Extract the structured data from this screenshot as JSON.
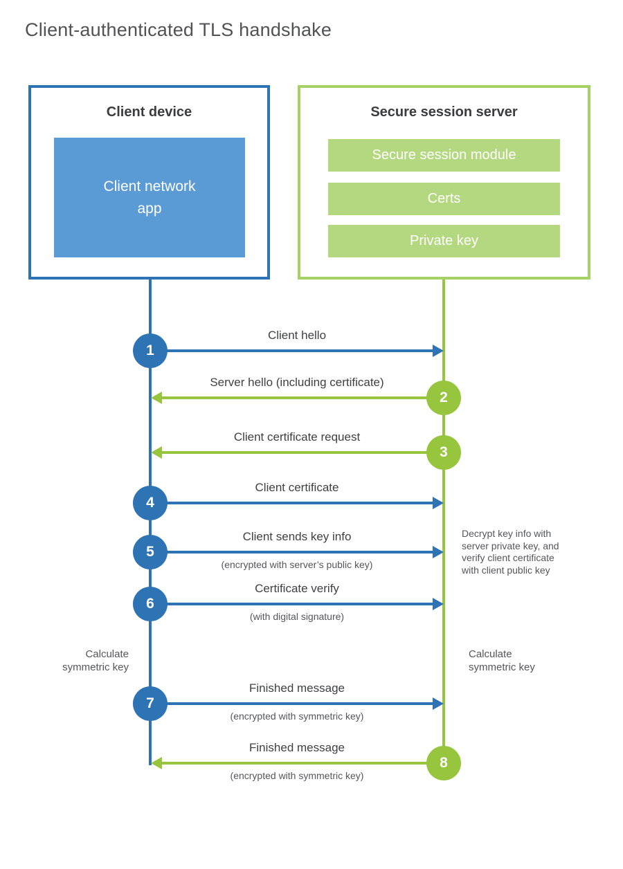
{
  "title": "Client-authenticated TLS handshake",
  "colors": {
    "blue": "#2e74b5",
    "blue_light": "#5b9bd5",
    "green": "#97c53e",
    "green_border": "#a6d166",
    "green_bar": "#b4d87f"
  },
  "client_box": {
    "title": "Client device",
    "app_label": "Client network\napp"
  },
  "server_box": {
    "title": "Secure session server",
    "modules": [
      "Secure session module",
      "Certs",
      "Private key"
    ]
  },
  "messages": [
    {
      "step": "1",
      "from": "client",
      "label": "Client hello",
      "sub": ""
    },
    {
      "step": "2",
      "from": "server",
      "label": "Server hello (including certificate)",
      "sub": ""
    },
    {
      "step": "3",
      "from": "server",
      "label": "Client certificate request",
      "sub": ""
    },
    {
      "step": "4",
      "from": "client",
      "label": "Client certificate",
      "sub": ""
    },
    {
      "step": "5",
      "from": "client",
      "label": "Client sends key info",
      "sub": "(encrypted with server’s public key)"
    },
    {
      "step": "6",
      "from": "client",
      "label": "Certificate verify",
      "sub": "(with digital signature)"
    },
    {
      "step": "7",
      "from": "client",
      "label": "Finished message",
      "sub": "(encrypted with symmetric key)"
    },
    {
      "step": "8",
      "from": "server",
      "label": "Finished message",
      "sub": "(encrypted with symmetric key)"
    }
  ],
  "annotations": {
    "decrypt_note": "Decrypt key info with\nserver private key, and\nverify client certificate\nwith client public key",
    "calc_left": "Calculate\nsymmetric key",
    "calc_right": "Calculate\nsymmetric key"
  }
}
